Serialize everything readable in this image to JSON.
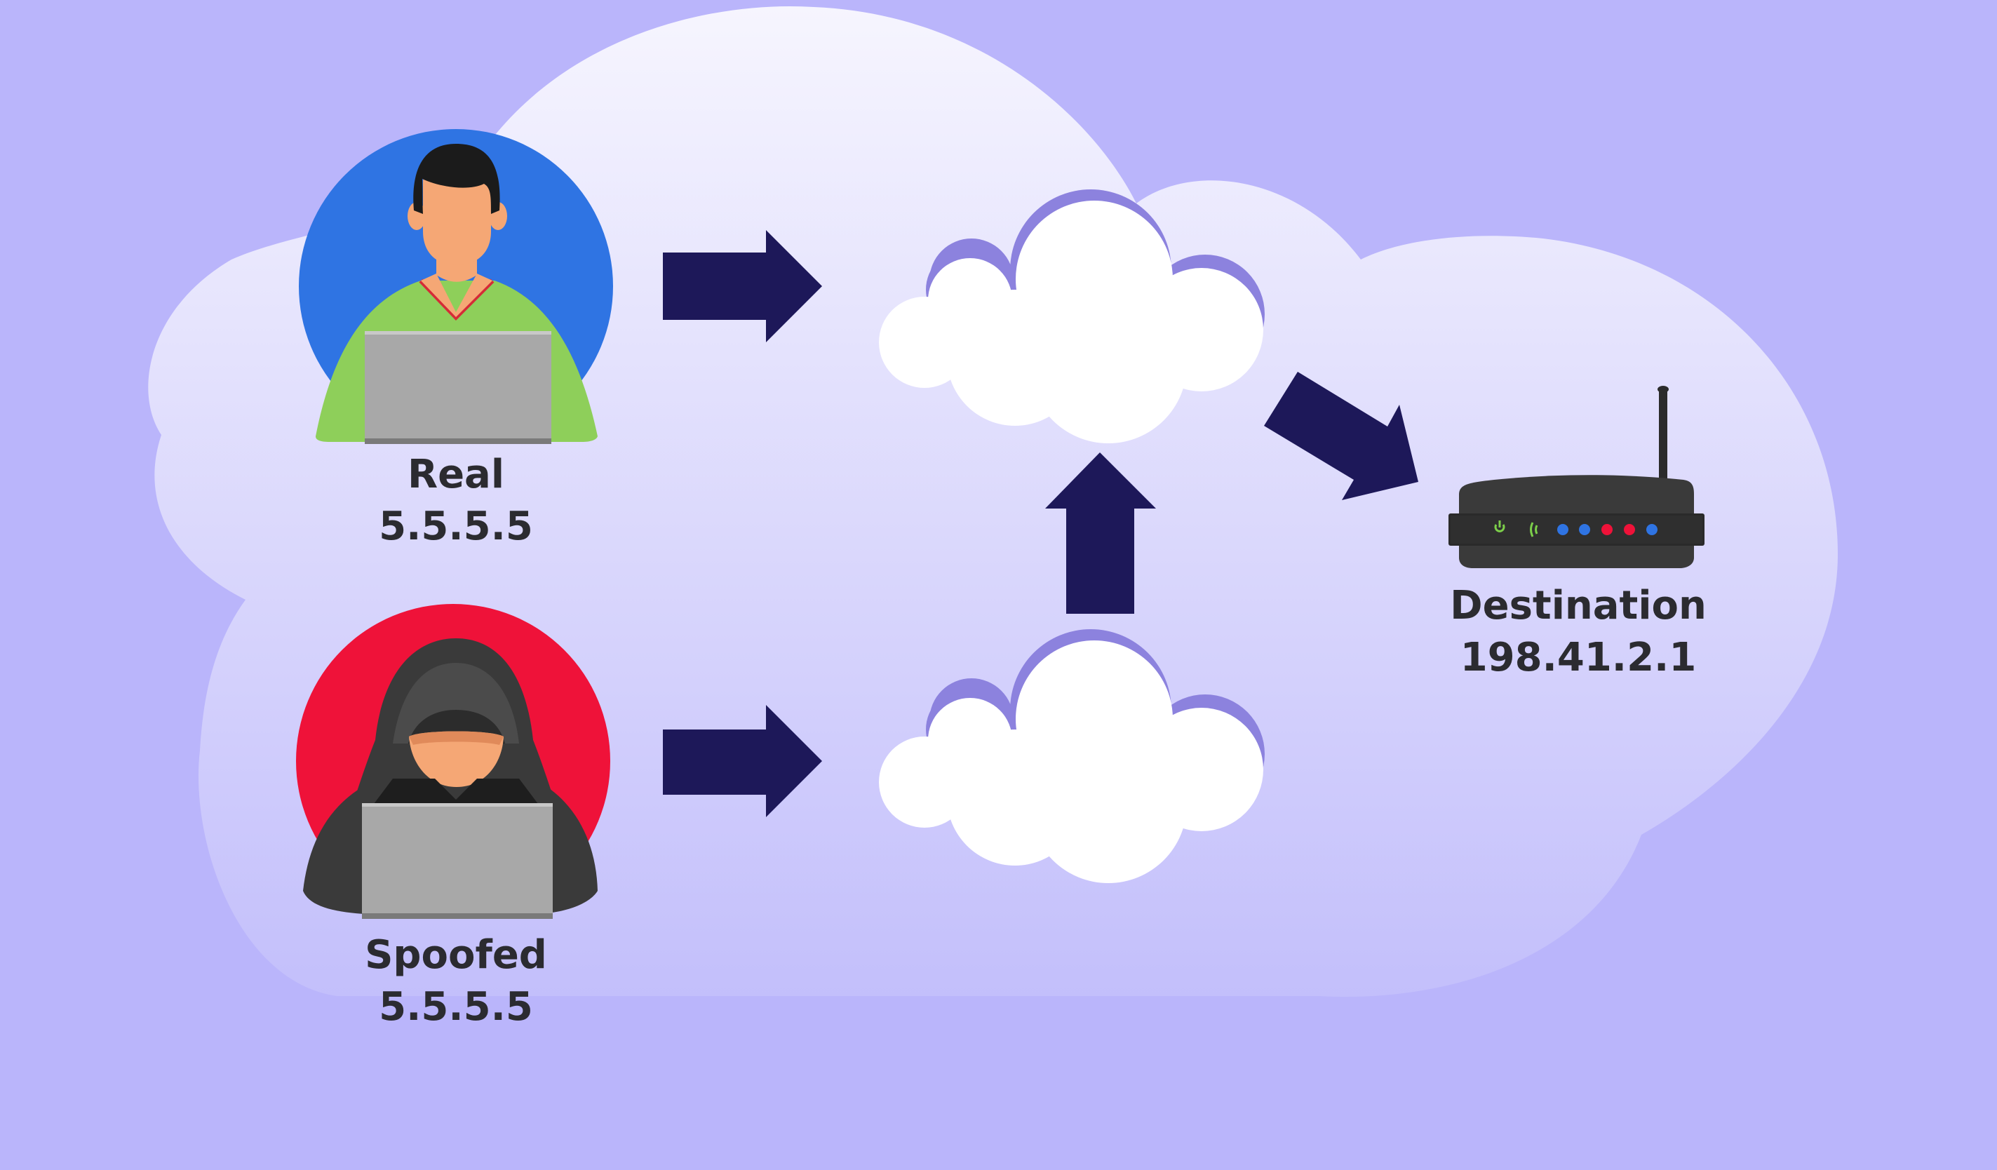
{
  "colors": {
    "background": "#bab5fb",
    "cloud_backdrop_top": "#f6f5fe",
    "cloud_backdrop_bottom": "#c3bffb",
    "arrow": "#1d1859",
    "real_user_circle": "#2f74e3",
    "spoofed_user_circle": "#ef1239",
    "shirt": "#8ecf5a",
    "skin": "#f5a775",
    "laptop": "#a8a8a8",
    "hoodie": "#3a3a3a",
    "router": "#3a3a3a",
    "small_cloud_outline": "#8c82de"
  },
  "nodes": {
    "real": {
      "icon": "user-laptop-icon",
      "title": "Real",
      "ip": "5.5.5.5"
    },
    "spoofed": {
      "icon": "hooded-hacker-icon",
      "title": "Spoofed",
      "ip": "5.5.5.5"
    },
    "destination": {
      "icon": "router-icon",
      "title": "Destination",
      "ip": "198.41.2.1"
    }
  },
  "edges": [
    {
      "from": "real",
      "to": "top-cloud"
    },
    {
      "from": "spoofed",
      "to": "bottom-cloud"
    },
    {
      "from": "bottom-cloud",
      "to": "top-cloud"
    },
    {
      "from": "top-cloud",
      "to": "destination"
    }
  ],
  "router_leds": [
    "#7ccf4a",
    "#7ccf4a",
    "#2f74e3",
    "#2f74e3",
    "#ef1239",
    "#ef1239",
    "#2f74e3"
  ]
}
